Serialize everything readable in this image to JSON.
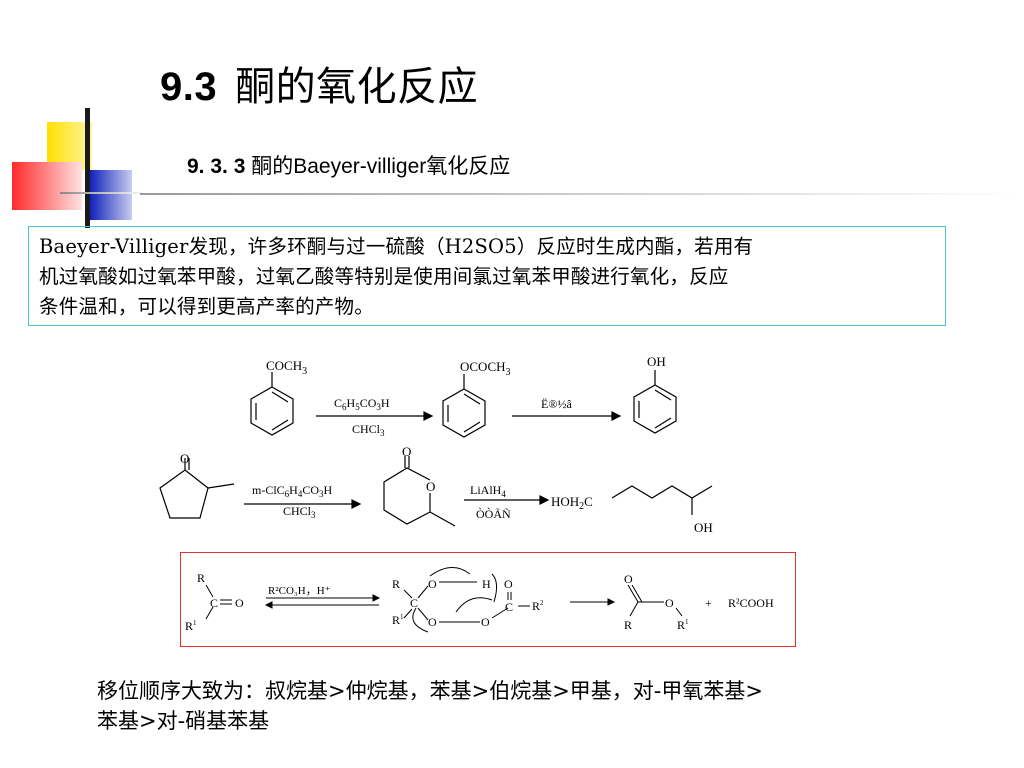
{
  "slide": {
    "title_number": "9.3",
    "title_text": "酮的氧化反应",
    "subtitle_number": "9. 3. 3",
    "subtitle_text": "酮的Baeyer-villiger氧化反应"
  },
  "paragraph": {
    "lines": [
      "Baeyer-Villiger发现，许多环酮与过一硫酸（H2SO5）反应时生成内酯，若用有",
      "机过氧酸如过氧苯甲酸，过氧乙酸等特别是使用间氯过氧苯甲酸进行氧化，反应",
      "条件温和，可以得到更高产率的产物。"
    ]
  },
  "scheme": {
    "row1": {
      "start_group": "COCH",
      "start_sub": "3",
      "reagent_top": "C6H5CO3H",
      "reagent_bottom": "CHCl3",
      "product_group": "OCOCH",
      "product_sub": "3",
      "step2_reagent": "Ë®½â",
      "final_group": "OH"
    },
    "row2": {
      "start_carbonyl": "O",
      "reagent_top": "m-ClC6H4CO3H",
      "reagent_bottom": "CHCl3",
      "lactone_carbonyl": "O",
      "lactone_ring_o": "O",
      "step2_top": "LiAlH4",
      "step2_bottom": "ÒÒÃÑ",
      "product_left": "HOH2C",
      "product_oh": "OH"
    },
    "mechanism": {
      "r_top": "R",
      "r_bottom": "R",
      "r_bottom_sup": "1",
      "carbonyl": "C=O",
      "reagent": "R²CO₃H，H⁺",
      "int_r": "R",
      "int_r1": "R",
      "int_c": "C",
      "int_o1": "O",
      "int_h": "H",
      "int_o2": "O",
      "int_o3": "O",
      "int_o4": "O",
      "int_c2": "C",
      "int_r2": "R",
      "prod_o": "O",
      "prod_o2": "O",
      "prod_r": "R",
      "prod_r1": "R",
      "plus": "+",
      "byproduct": "R²COOH"
    }
  },
  "footer": {
    "line1": "移位顺序大致为：叔烷基>仲烷基，苯基>伯烷基>甲基，对-甲氧苯基>",
    "line2": "苯基>对-硝基苯基"
  },
  "colors": {
    "yellow": "#ffd400",
    "blue": "#2233cc",
    "red": "#ff3333",
    "box_border": "#4fc3d8",
    "red_box": "#e03030"
  }
}
